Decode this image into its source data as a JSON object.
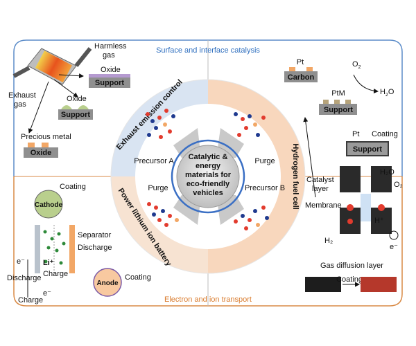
{
  "banners": {
    "top": "Surface and interface catalysis",
    "bottom": "Electron and ion transport"
  },
  "ring": {
    "exhaust": "Exhaust emission control",
    "hydrogen": "Hydrogen fuel cell",
    "battery": "Power lithium ion battery"
  },
  "center": {
    "line1": "Catalytic &",
    "line2": "energy",
    "line3": "materials for",
    "line4": "eco-friendly",
    "line5": "vehicles"
  },
  "inner": {
    "precursor_a": "Precursor A",
    "purge_tr": "Purge",
    "purge_bl": "Purge",
    "precursor_b": "Precursor B"
  },
  "exhaust_panel": {
    "harmless_gas_1": "Harmless",
    "harmless_gas_2": "gas",
    "exhaust_gas_1": "Exhaust",
    "exhaust_gas_2": "gas",
    "oxide_top": "Oxide",
    "support_top": "Support",
    "oxide_mid": "Oxide",
    "support_mid": "Support",
    "precious_metal": "Precious metal",
    "oxide_bottom": "Oxide"
  },
  "fuelcell_panel": {
    "pt_top": "Pt",
    "carbon": "Carbon",
    "o2": "O",
    "o2_sub": "2",
    "h2o": "H",
    "h2o_sub": "2",
    "h2o_o": "O",
    "ptm": "PtM",
    "support1": "Support",
    "pt_coat": "Pt",
    "coating": "Coating",
    "support2": "Support",
    "catalyst_layer_1": "Catalyst",
    "catalyst_layer_2": "layer",
    "h2o_right": "H₂O",
    "o2_right": "O₂",
    "membrane": "Membrane",
    "h_plus": "H⁺",
    "h2": "H₂",
    "e_minus": "e⁻",
    "gas_diffusion": "Gas diffusion layer",
    "coating_bottom": "Coating"
  },
  "battery_panel": {
    "coating_top": "Coating",
    "cathode": "Cathode",
    "separator": "Separator",
    "discharge_1": "Discharge",
    "e_top": "e⁻",
    "li_plus": "Li⁺",
    "charge_1": "Charge",
    "discharge_2": "Discharge",
    "charge_2": "Charge",
    "e_bottom": "e⁻",
    "anode": "Anode",
    "coating_bottom": "Coating"
  },
  "colors": {
    "blue_quadrant": "#d9e4f2",
    "peach_quadrant": "#f8d7bd",
    "frame_blue": "#5b8cc9",
    "frame_orange": "#d98a45",
    "support_gray": "#8f8f8f",
    "orange_dot": "#f2a766",
    "green_dot": "#b9cf8d"
  }
}
